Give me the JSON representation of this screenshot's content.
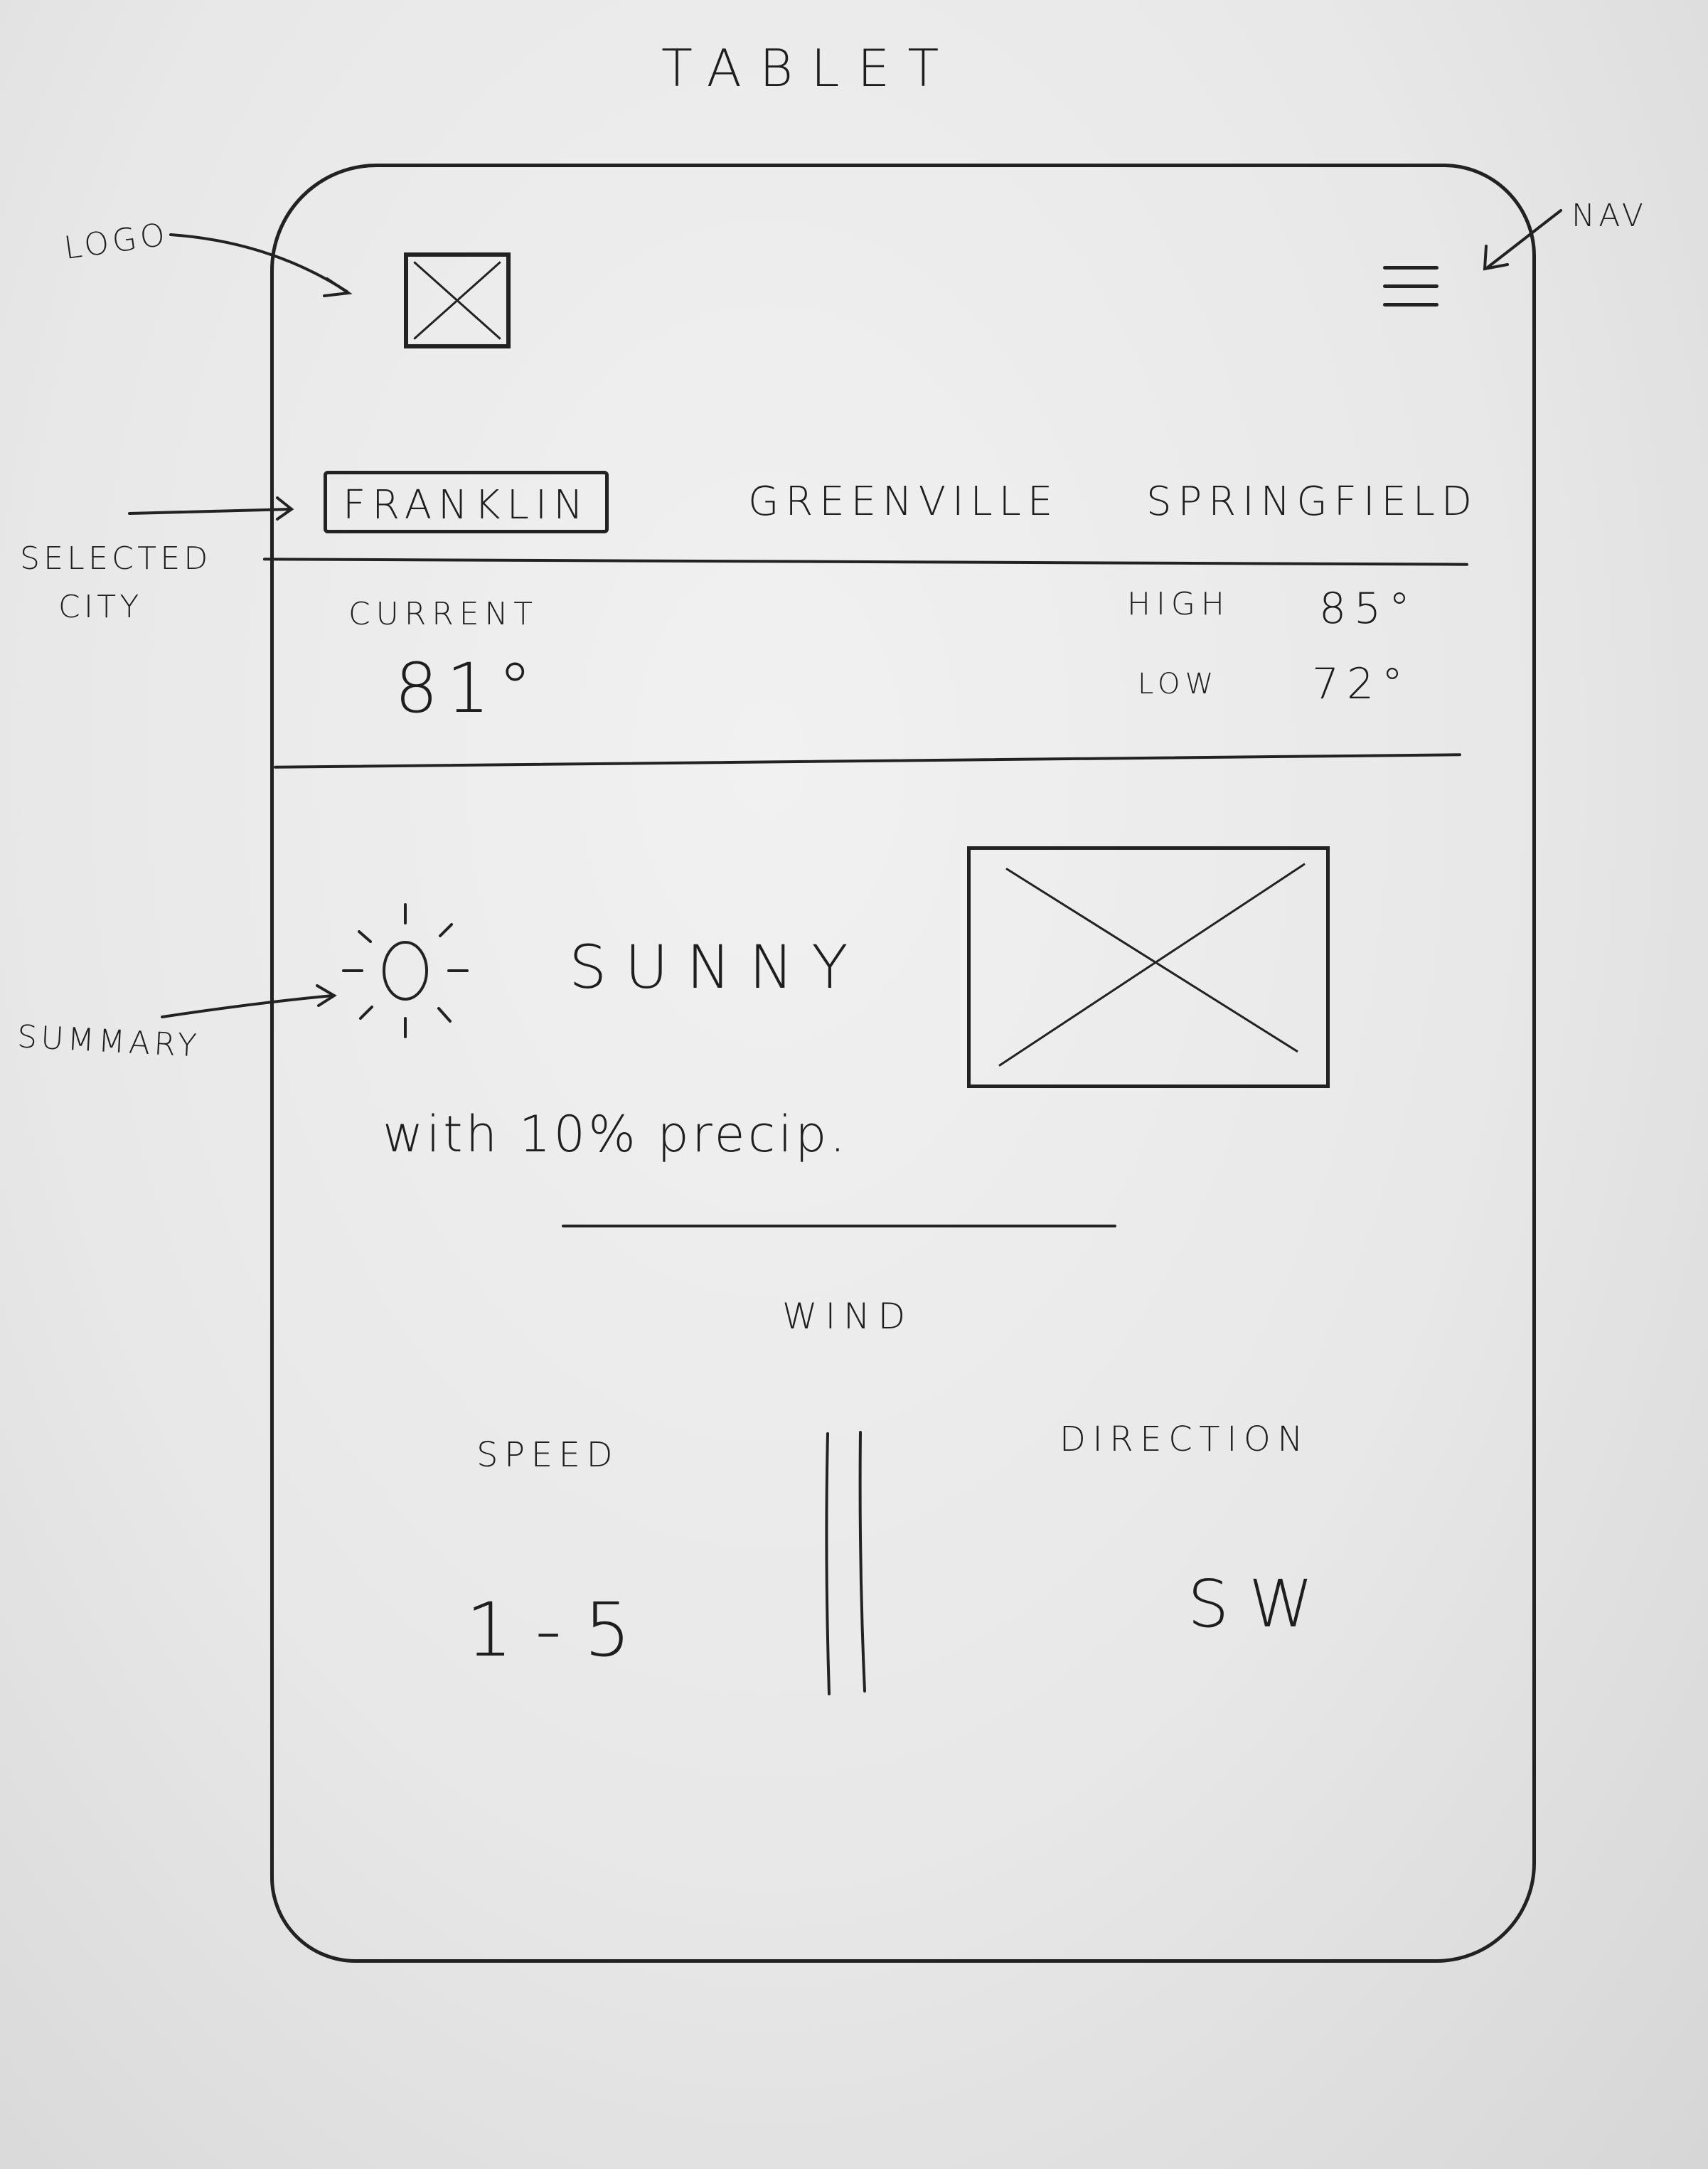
{
  "sheet_title": "TABLET",
  "annotations": {
    "logo": "LOGO",
    "nav": "NAV",
    "selected_city_line1": "SELECTED",
    "selected_city_line2": "CITY",
    "summary": "SUMMARY"
  },
  "header": {
    "logo_icon": "image-placeholder-icon",
    "nav_icon": "hamburger-menu-icon"
  },
  "city_tabs": [
    {
      "label": "FRANKLIN",
      "selected": true
    },
    {
      "label": "GREENVILLE",
      "selected": false
    },
    {
      "label": "SPRINGFIELD",
      "selected": false
    }
  ],
  "temperature": {
    "current_label": "CURRENT",
    "current_value": "81°",
    "high_label": "HIGH",
    "high_value": "85°",
    "low_label": "LOW",
    "low_value": "72°"
  },
  "summary": {
    "icon": "sun-icon",
    "condition": "SUNNY",
    "precip": "with 10% precip.",
    "image_icon": "image-placeholder-icon"
  },
  "wind": {
    "title": "WIND",
    "speed_label": "SPEED",
    "speed_value": "1-5",
    "direction_label": "DIRECTION",
    "direction_value": "SW"
  }
}
